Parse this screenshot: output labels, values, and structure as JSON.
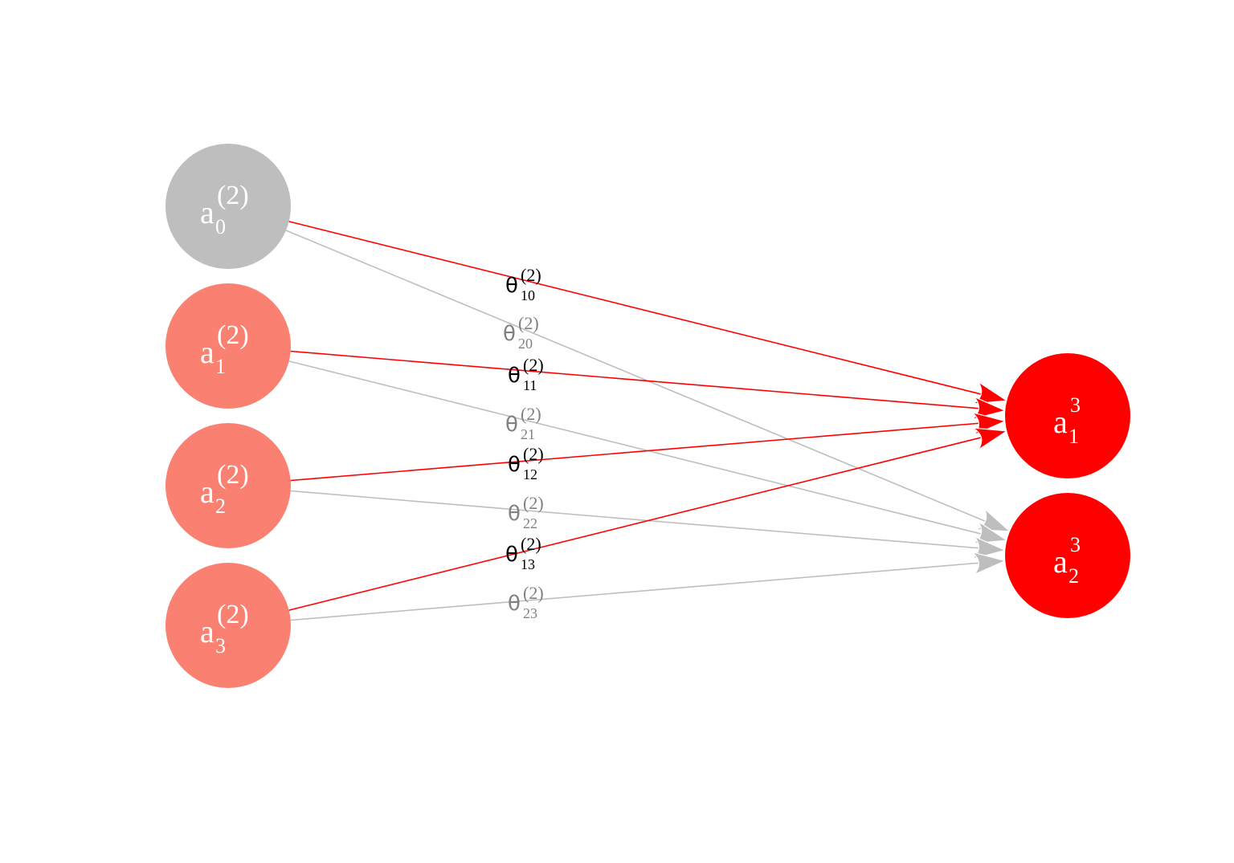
{
  "colors": {
    "background": "#ffffff",
    "bias_node": "#bebebe",
    "hidden_node": "#fa8072",
    "output_node": "#ff0000",
    "node_text": "#ffffff",
    "edge_to_output_1": "#ff0000",
    "edge_to_output_2": "#bebebe",
    "label_output_1": "#000000",
    "label_output_2": "#808080"
  },
  "nodes": [
    {
      "id": "a0",
      "base": "a",
      "sub": "0",
      "sup": "(2)",
      "kind": "bias"
    },
    {
      "id": "a1",
      "base": "a",
      "sub": "1",
      "sup": "(2)",
      "kind": "hidden"
    },
    {
      "id": "a2",
      "base": "a",
      "sub": "2",
      "sup": "(2)",
      "kind": "hidden"
    },
    {
      "id": "a3",
      "base": "a",
      "sub": "3",
      "sup": "(2)",
      "kind": "hidden"
    },
    {
      "id": "o1",
      "base": "a",
      "sub": "1",
      "sup": "3",
      "kind": "output"
    },
    {
      "id": "o2",
      "base": "a",
      "sub": "2",
      "sup": "3",
      "kind": "output"
    }
  ],
  "edges": [
    {
      "from": "a0",
      "to": "o1",
      "base": "θ",
      "sub": "10",
      "sup": "(2)"
    },
    {
      "from": "a0",
      "to": "o2",
      "base": "θ",
      "sub": "20",
      "sup": "(2)"
    },
    {
      "from": "a1",
      "to": "o1",
      "base": "θ",
      "sub": "11",
      "sup": "(2)"
    },
    {
      "from": "a1",
      "to": "o2",
      "base": "θ",
      "sub": "21",
      "sup": "(2)"
    },
    {
      "from": "a2",
      "to": "o1",
      "base": "θ",
      "sub": "12",
      "sup": "(2)"
    },
    {
      "from": "a2",
      "to": "o2",
      "base": "θ",
      "sub": "22",
      "sup": "(2)"
    },
    {
      "from": "a3",
      "to": "o1",
      "base": "θ",
      "sub": "13",
      "sup": "(2)"
    },
    {
      "from": "a3",
      "to": "o2",
      "base": "θ",
      "sub": "23",
      "sup": "(2)"
    }
  ]
}
